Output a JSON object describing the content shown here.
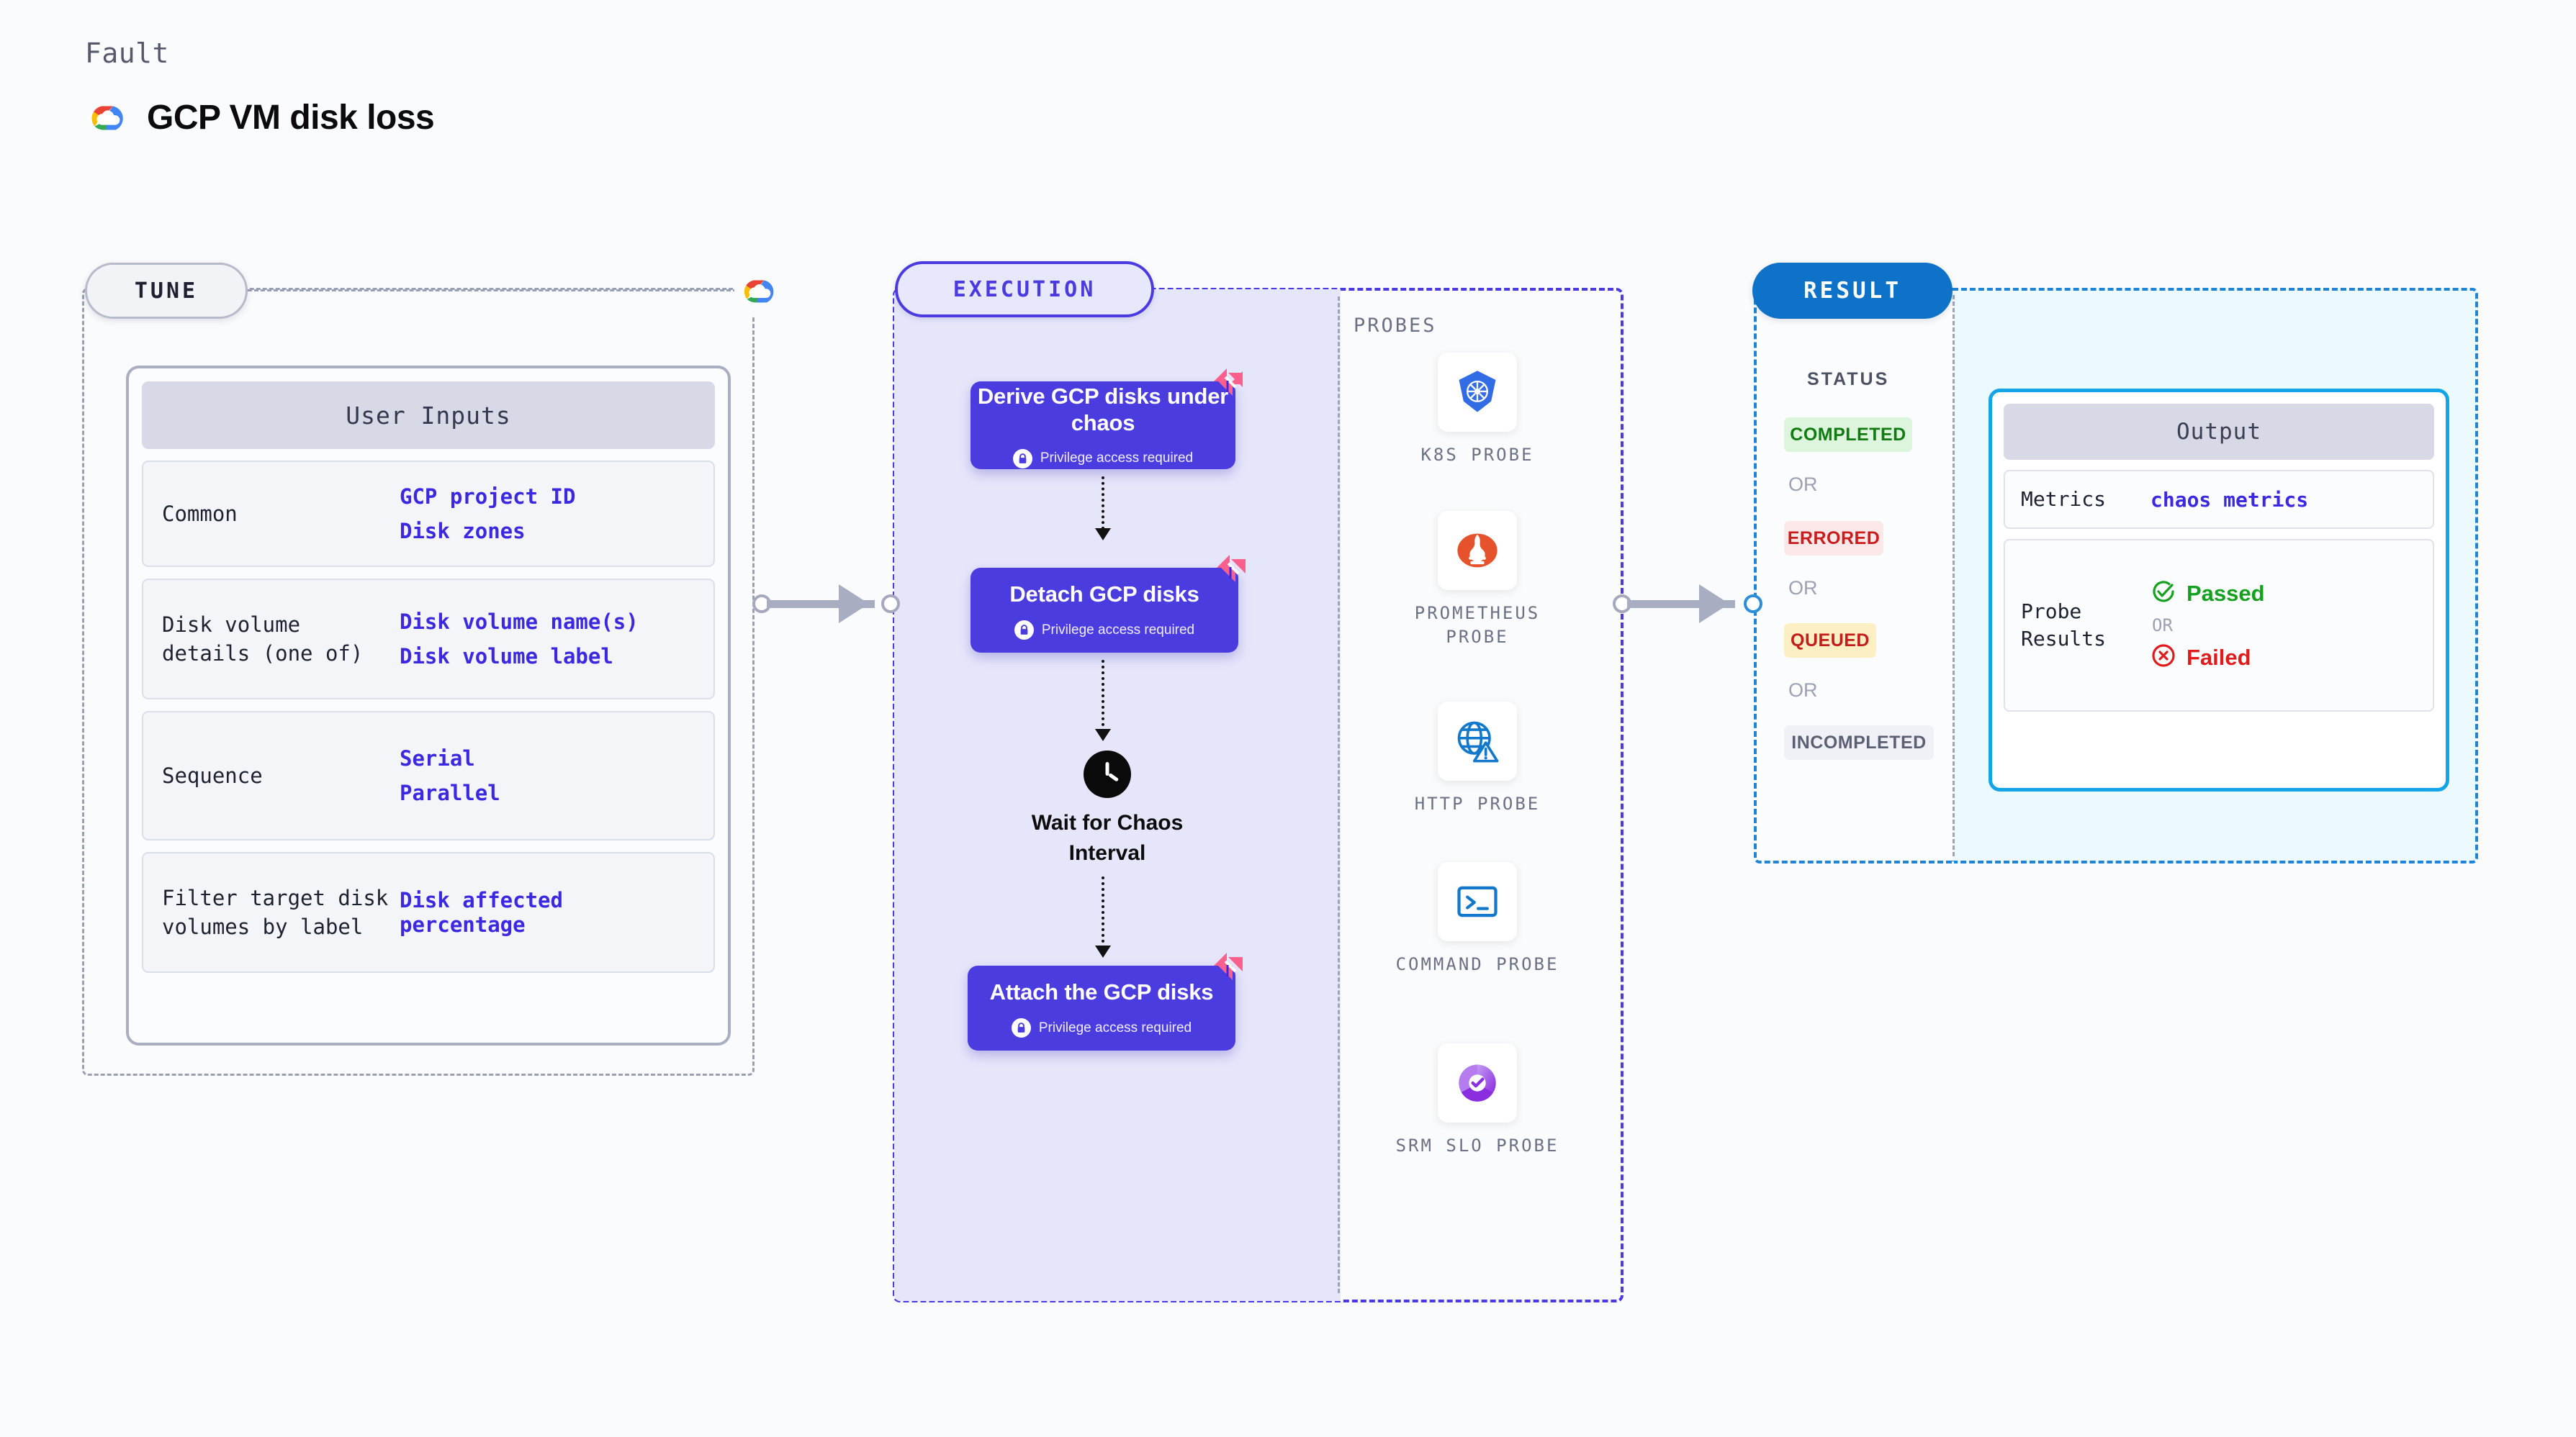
{
  "header": {
    "kicker": "Fault",
    "title": "GCP VM disk loss",
    "logo_icon": "gcp-logo-icon"
  },
  "tune": {
    "pill_label": "TUNE",
    "edge_icon": "gcp-logo-icon",
    "card": {
      "header": "User Inputs",
      "rows": [
        {
          "label": "Common",
          "values": [
            "GCP project ID",
            "Disk zones"
          ]
        },
        {
          "label": "Disk volume details (one of)",
          "values": [
            "Disk volume name(s)",
            "Disk volume label"
          ]
        },
        {
          "label": "Sequence",
          "values": [
            "Serial",
            "Parallel"
          ]
        },
        {
          "label": "Filter target disk volumes by label",
          "values": [
            "Disk affected percentage"
          ]
        }
      ]
    }
  },
  "execution": {
    "pill_label": "EXECUTION",
    "privilege_note": "Privilege access required",
    "steps": [
      {
        "title": "Derive GCP disks under chaos",
        "privileged": true,
        "badge_icon": "harness-chaos-icon"
      },
      {
        "title": "Detach GCP disks",
        "privileged": true,
        "badge_icon": "harness-chaos-icon"
      },
      {
        "title": "Attach the GCP disks",
        "privileged": true,
        "badge_icon": "harness-chaos-icon"
      }
    ],
    "wait_node": {
      "label": "Wait for Chaos Interval",
      "icon": "clock-icon"
    }
  },
  "probes": {
    "title": "PROBES",
    "items": [
      {
        "label": "K8S PROBE",
        "icon": "kubernetes-icon"
      },
      {
        "label": "PROMETHEUS PROBE",
        "icon": "prometheus-icon"
      },
      {
        "label": "HTTP PROBE",
        "icon": "http-globe-warning-icon"
      },
      {
        "label": "COMMAND PROBE",
        "icon": "terminal-icon"
      },
      {
        "label": "SRM SLO PROBE",
        "icon": "srm-slo-icon"
      }
    ]
  },
  "result": {
    "pill_label": "RESULT",
    "status_title": "STATUS",
    "or_label": "OR",
    "statuses": [
      {
        "label": "COMPLETED",
        "bg": "#ddf4dd",
        "fg": "#117a11"
      },
      {
        "label": "ERRORED",
        "bg": "#fce8e8",
        "fg": "#c91c1c"
      },
      {
        "label": "QUEUED",
        "bg": "#fdefc4",
        "fg": "#c21d1d"
      },
      {
        "label": "INCOMPLETED",
        "bg": "#f0f1f6",
        "fg": "#5c6074"
      }
    ],
    "output": {
      "header": "Output",
      "metrics_label": "Metrics",
      "metrics_value": "chaos metrics",
      "probe_results_label": "Probe Results",
      "passed_label": "Passed",
      "failed_label": "Failed",
      "or_label": "OR",
      "passed_icon": "check-circle-icon",
      "failed_icon": "x-circle-icon"
    }
  },
  "colors": {
    "accent_purple": "#4b3ce0",
    "accent_blue": "#0d72c8",
    "accent_cyan": "#14a5e8",
    "value_text": "#3b28e0",
    "muted": "#6b7084",
    "pink_badge": "#fb5f8c"
  }
}
